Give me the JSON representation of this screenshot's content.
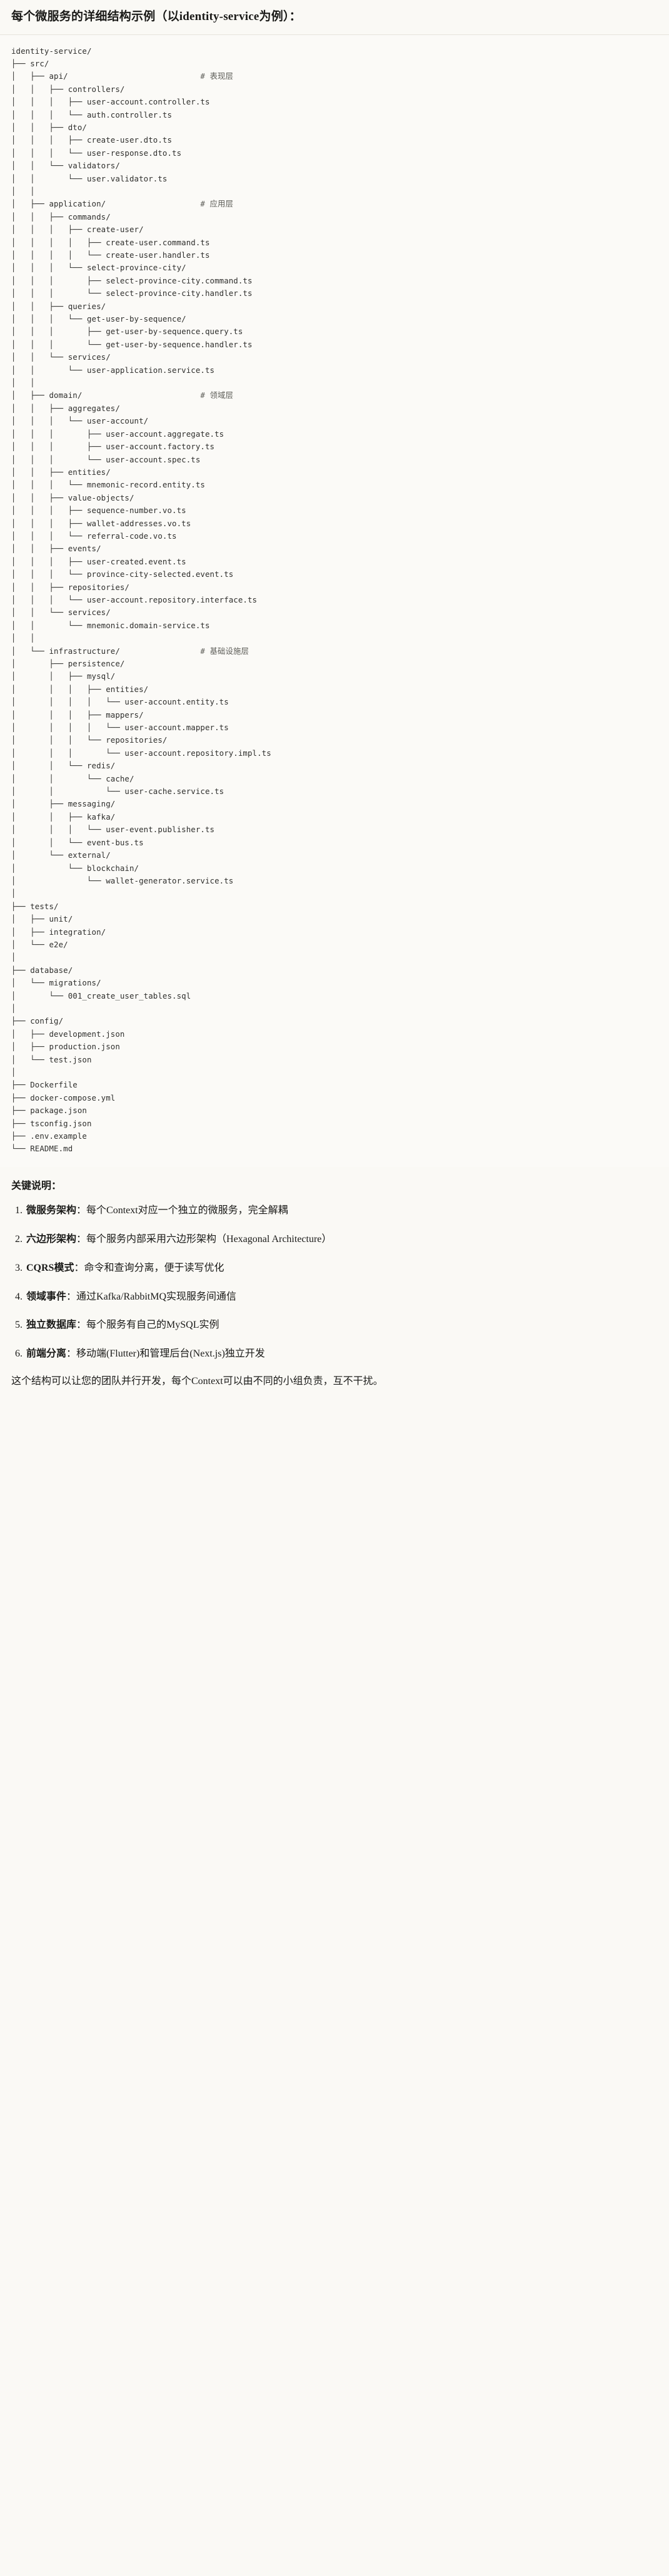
{
  "heading": "每个微服务的详细结构示例（以identity-service为例）：",
  "tree": {
    "root": "identity-service/",
    "comments": {
      "api": "# 表现层",
      "application": "# 应用层",
      "domain": "# 领域层",
      "infrastructure": "# 基础设施层"
    },
    "lines": [
      {
        "text": "identity-service/",
        "comment": ""
      },
      {
        "text": "├── src/",
        "comment": ""
      },
      {
        "text": "│   ├── api/",
        "comment": "# 表现层"
      },
      {
        "text": "│   │   ├── controllers/",
        "comment": ""
      },
      {
        "text": "│   │   │   ├── user-account.controller.ts",
        "comment": ""
      },
      {
        "text": "│   │   │   └── auth.controller.ts",
        "comment": ""
      },
      {
        "text": "│   │   ├── dto/",
        "comment": ""
      },
      {
        "text": "│   │   │   ├── create-user.dto.ts",
        "comment": ""
      },
      {
        "text": "│   │   │   └── user-response.dto.ts",
        "comment": ""
      },
      {
        "text": "│   │   └── validators/",
        "comment": ""
      },
      {
        "text": "│   │       └── user.validator.ts",
        "comment": ""
      },
      {
        "text": "│   │",
        "comment": ""
      },
      {
        "text": "│   ├── application/",
        "comment": "# 应用层"
      },
      {
        "text": "│   │   ├── commands/",
        "comment": ""
      },
      {
        "text": "│   │   │   ├── create-user/",
        "comment": ""
      },
      {
        "text": "│   │   │   │   ├── create-user.command.ts",
        "comment": ""
      },
      {
        "text": "│   │   │   │   └── create-user.handler.ts",
        "comment": ""
      },
      {
        "text": "│   │   │   └── select-province-city/",
        "comment": ""
      },
      {
        "text": "│   │   │       ├── select-province-city.command.ts",
        "comment": ""
      },
      {
        "text": "│   │   │       └── select-province-city.handler.ts",
        "comment": ""
      },
      {
        "text": "│   │   ├── queries/",
        "comment": ""
      },
      {
        "text": "│   │   │   └── get-user-by-sequence/",
        "comment": ""
      },
      {
        "text": "│   │   │       ├── get-user-by-sequence.query.ts",
        "comment": ""
      },
      {
        "text": "│   │   │       └── get-user-by-sequence.handler.ts",
        "comment": ""
      },
      {
        "text": "│   │   └── services/",
        "comment": ""
      },
      {
        "text": "│   │       └── user-application.service.ts",
        "comment": ""
      },
      {
        "text": "│   │",
        "comment": ""
      },
      {
        "text": "│   ├── domain/",
        "comment": "# 领域层"
      },
      {
        "text": "│   │   ├── aggregates/",
        "comment": ""
      },
      {
        "text": "│   │   │   └── user-account/",
        "comment": ""
      },
      {
        "text": "│   │   │       ├── user-account.aggregate.ts",
        "comment": ""
      },
      {
        "text": "│   │   │       ├── user-account.factory.ts",
        "comment": ""
      },
      {
        "text": "│   │   │       └── user-account.spec.ts",
        "comment": ""
      },
      {
        "text": "│   │   ├── entities/",
        "comment": ""
      },
      {
        "text": "│   │   │   └── mnemonic-record.entity.ts",
        "comment": ""
      },
      {
        "text": "│   │   ├── value-objects/",
        "comment": ""
      },
      {
        "text": "│   │   │   ├── sequence-number.vo.ts",
        "comment": ""
      },
      {
        "text": "│   │   │   ├── wallet-addresses.vo.ts",
        "comment": ""
      },
      {
        "text": "│   │   │   └── referral-code.vo.ts",
        "comment": ""
      },
      {
        "text": "│   │   ├── events/",
        "comment": ""
      },
      {
        "text": "│   │   │   ├── user-created.event.ts",
        "comment": ""
      },
      {
        "text": "│   │   │   └── province-city-selected.event.ts",
        "comment": ""
      },
      {
        "text": "│   │   ├── repositories/",
        "comment": ""
      },
      {
        "text": "│   │   │   └── user-account.repository.interface.ts",
        "comment": ""
      },
      {
        "text": "│   │   └── services/",
        "comment": ""
      },
      {
        "text": "│   │       └── mnemonic.domain-service.ts",
        "comment": ""
      },
      {
        "text": "│   │",
        "comment": ""
      },
      {
        "text": "│   └── infrastructure/",
        "comment": "# 基础设施层"
      },
      {
        "text": "│       ├── persistence/",
        "comment": ""
      },
      {
        "text": "│       │   ├── mysql/",
        "comment": ""
      },
      {
        "text": "│       │   │   ├── entities/",
        "comment": ""
      },
      {
        "text": "│       │   │   │   └── user-account.entity.ts",
        "comment": ""
      },
      {
        "text": "│       │   │   ├── mappers/",
        "comment": ""
      },
      {
        "text": "│       │   │   │   └── user-account.mapper.ts",
        "comment": ""
      },
      {
        "text": "│       │   │   └── repositories/",
        "comment": ""
      },
      {
        "text": "│       │   │       └── user-account.repository.impl.ts",
        "comment": ""
      },
      {
        "text": "│       │   └── redis/",
        "comment": ""
      },
      {
        "text": "│       │       └── cache/",
        "comment": ""
      },
      {
        "text": "│       │           └── user-cache.service.ts",
        "comment": ""
      },
      {
        "text": "│       ├── messaging/",
        "comment": ""
      },
      {
        "text": "│       │   ├── kafka/",
        "comment": ""
      },
      {
        "text": "│       │   │   └── user-event.publisher.ts",
        "comment": ""
      },
      {
        "text": "│       │   └── event-bus.ts",
        "comment": ""
      },
      {
        "text": "│       └── external/",
        "comment": ""
      },
      {
        "text": "│           └── blockchain/",
        "comment": ""
      },
      {
        "text": "│               └── wallet-generator.service.ts",
        "comment": ""
      },
      {
        "text": "│",
        "comment": ""
      },
      {
        "text": "├── tests/",
        "comment": ""
      },
      {
        "text": "│   ├── unit/",
        "comment": ""
      },
      {
        "text": "│   ├── integration/",
        "comment": ""
      },
      {
        "text": "│   └── e2e/",
        "comment": ""
      },
      {
        "text": "│",
        "comment": ""
      },
      {
        "text": "├── database/",
        "comment": ""
      },
      {
        "text": "│   └── migrations/",
        "comment": ""
      },
      {
        "text": "│       └── 001_create_user_tables.sql",
        "comment": ""
      },
      {
        "text": "│",
        "comment": ""
      },
      {
        "text": "├── config/",
        "comment": ""
      },
      {
        "text": "│   ├── development.json",
        "comment": ""
      },
      {
        "text": "│   ├── production.json",
        "comment": ""
      },
      {
        "text": "│   └── test.json",
        "comment": ""
      },
      {
        "text": "│",
        "comment": ""
      },
      {
        "text": "├── Dockerfile",
        "comment": ""
      },
      {
        "text": "├── docker-compose.yml",
        "comment": ""
      },
      {
        "text": "├── package.json",
        "comment": ""
      },
      {
        "text": "├── tsconfig.json",
        "comment": ""
      },
      {
        "text": "├── .env.example",
        "comment": ""
      },
      {
        "text": "└── README.md",
        "comment": ""
      }
    ]
  },
  "keys": {
    "title": "关键说明：",
    "items": [
      {
        "term": "微服务架构",
        "desc": "：每个Context对应一个独立的微服务，完全解耦"
      },
      {
        "term": "六边形架构",
        "desc": "：每个服务内部采用六边形架构（Hexagonal Architecture）"
      },
      {
        "term": "CQRS模式",
        "desc": "：命令和查询分离，便于读写优化"
      },
      {
        "term": "领域事件",
        "desc": "：通过Kafka/RabbitMQ实现服务间通信"
      },
      {
        "term": "独立数据库",
        "desc": "：每个服务有自己的MySQL实例"
      },
      {
        "term": "前端分离",
        "desc": "：移动端(Flutter)和管理后台(Next.js)独立开发"
      }
    ],
    "closing": "这个结构可以让您的团队并行开发，每个Context可以由不同的小组负责，互不干扰。"
  }
}
